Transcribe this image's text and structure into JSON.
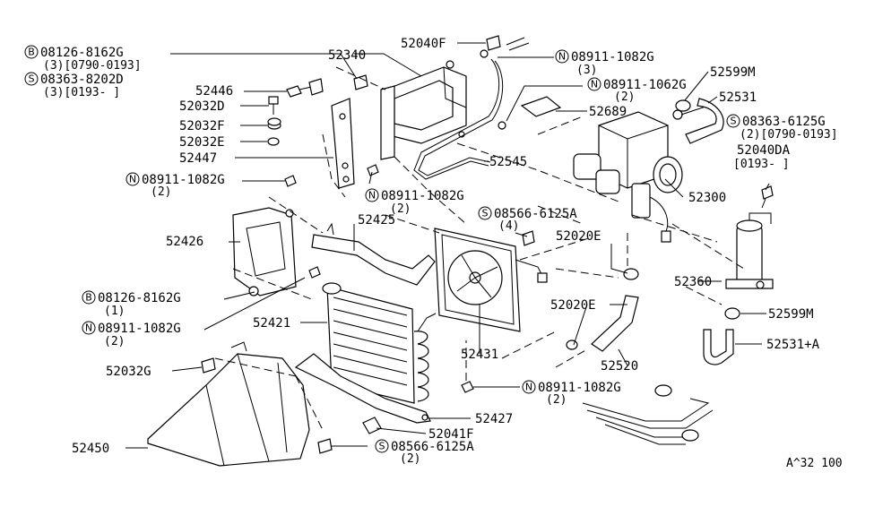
{
  "labels": {
    "b_08126_8162g": "08126-8162G",
    "b_08126_8162g_qty": "(3)[0790-0193]",
    "s_08363_8202d": "08363-8202D",
    "s_08363_8202d_qty": "(3)[0193-    ]",
    "p52340": "52340",
    "p52040f": "52040F",
    "n_08911_1082g_top": "08911-1082G",
    "n_08911_1082g_top_qty": "(3)",
    "p52599m_top": "52599M",
    "n_08911_1062g": "08911-1062G",
    "n_08911_1062g_qty": "(2)",
    "p52531": "52531",
    "p52446": "52446",
    "p52032d": "52032D",
    "p52689": "52689",
    "s_08363_6125g": "08363-6125G",
    "s_08363_6125g_qty": "(2)[0790-0193]",
    "p52032f": "52032F",
    "p52040da": "52040DA",
    "p52040da_range": "[0193-    ]",
    "p52032e": "52032E",
    "p52447": "52447",
    "p52545": "52545",
    "p52300": "52300",
    "n_08911_1082g_left": "08911-1082G",
    "n_08911_1082g_left_qty": "(2)",
    "n_08911_1082g_mid": "08911-1082G",
    "n_08911_1082g_mid_qty": "(2)",
    "s_08566_6125a_top": "08566-6125A",
    "s_08566_6125a_top_qty": "(4)",
    "p52425": "52425",
    "p52020e_top": "52020E",
    "p52426": "52426",
    "p52360": "52360",
    "b_08126_8162g_low": "08126-8162G",
    "b_08126_8162g_low_qty": "(1)",
    "p52020e_low": "52020E",
    "p52599m_low": "52599M",
    "n_08911_1082g_low": "08911-1082G",
    "n_08911_1082g_low_qty": "(2)",
    "p52421": "52421",
    "p52531a": "52531+A",
    "p52431": "52431",
    "p52032g": "52032G",
    "p52520": "52520",
    "n_08911_1082g_bot": "08911-1082G",
    "n_08911_1082g_bot_qty": "(2)",
    "p52427": "52427",
    "p52041f": "52041F",
    "p52450": "52450",
    "s_08566_6125a_bot": "08566-6125A",
    "s_08566_6125a_bot_qty": "(2)",
    "code": "A^32 100"
  },
  "prefix": {
    "b": "B",
    "s": "S",
    "n": "N"
  }
}
